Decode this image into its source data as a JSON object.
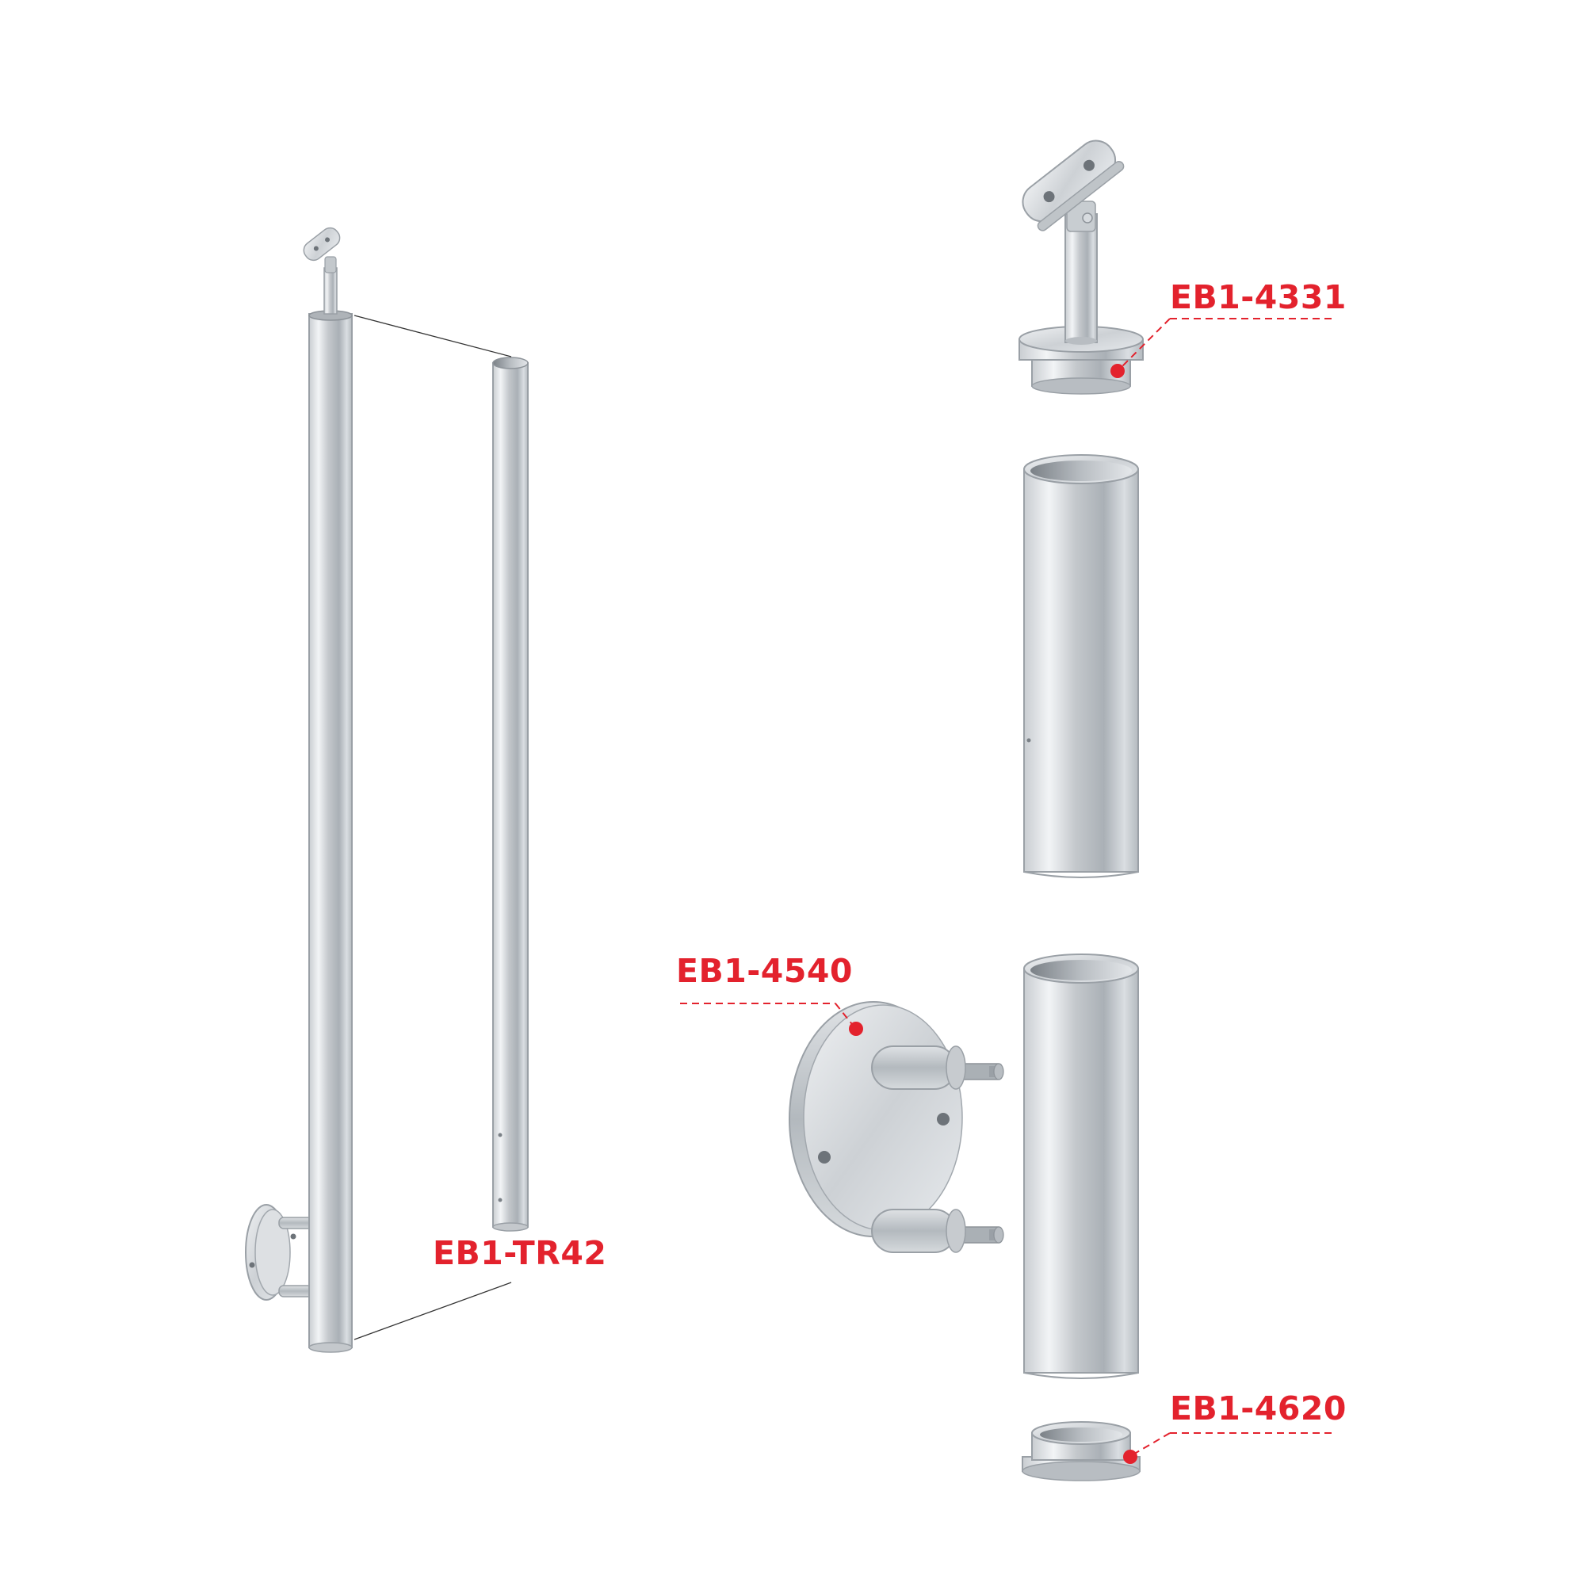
{
  "labels": {
    "post_mount_top": "EB1-4331",
    "side_flange": "EB1-4540",
    "tube": "EB1-TR42",
    "end_cap": "EB1-4620"
  },
  "colors": {
    "label_red": "#e3222d",
    "steel_light": "#eef0f2",
    "steel_mid": "#c4c8cc",
    "steel_dark": "#8a9096",
    "outline": "#9aa0a6",
    "leader_line": "#333333"
  }
}
